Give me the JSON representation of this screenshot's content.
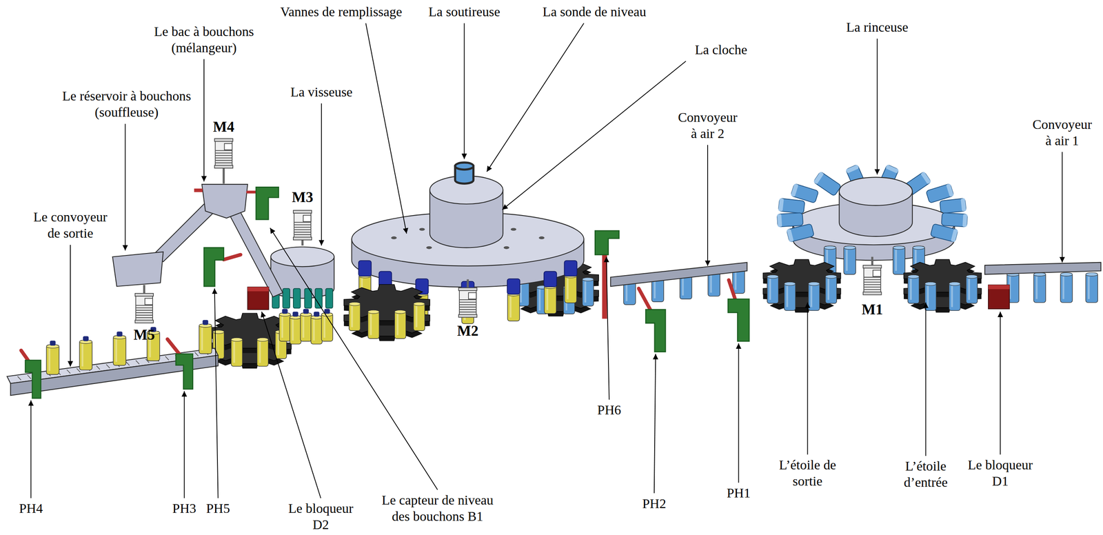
{
  "diagram": {
    "labels": [
      "Vannes de remplissage",
      "La soutireuse",
      "La sonde de niveau",
      "La cloche",
      "La rinceuse",
      "Le bac à bouchons (mélangeur)",
      "M4",
      "La visseuse",
      "Le réservoir à bouchons (souffleuse)",
      "Convoyeur à air 2",
      "Convoyeur à air 1",
      "M3",
      "Le convoyeur de sortie",
      "M5",
      "M2",
      "M1",
      "PH6",
      "PH4",
      "PH3",
      "PH5",
      "Le bloqueur D2",
      "Le capteur de niveau des bouchons B1",
      "PH2",
      "PH1",
      "L’étoile de sortie",
      "L’étoile d’entrée",
      "Le bloqueur D1"
    ]
  }
}
